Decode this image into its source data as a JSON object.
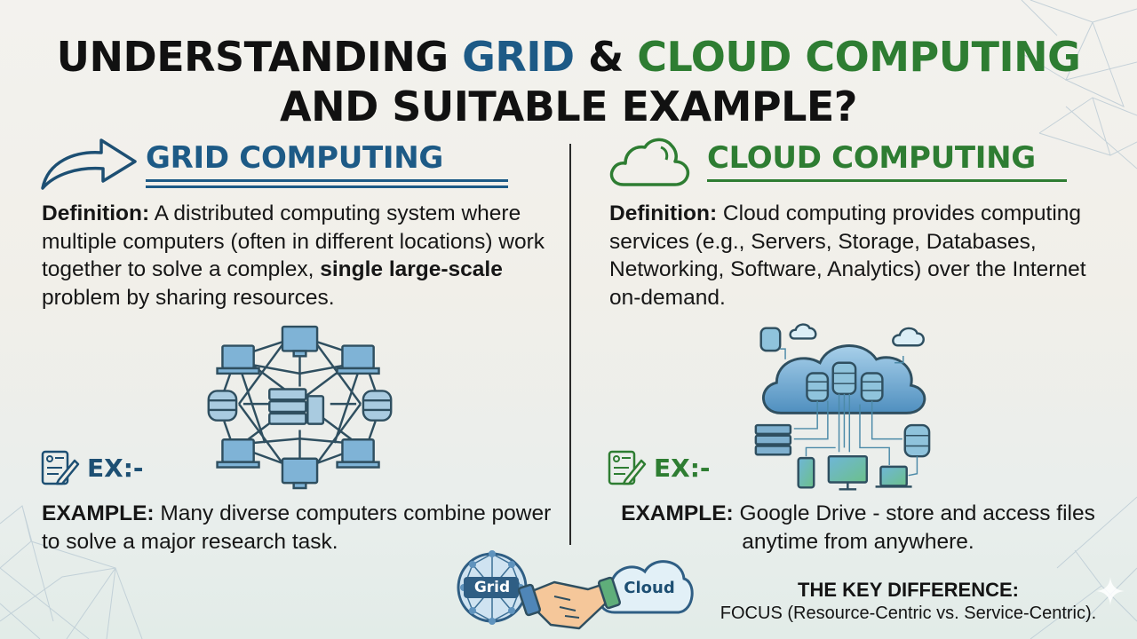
{
  "title": {
    "line1_prefix": "UNDERSTANDING ",
    "line1_grid": "GRID",
    "line1_amp": " & ",
    "line1_cloud": "CLOUD COMPUTING",
    "line2": "AND SUITABLE EXAMPLE?"
  },
  "colors": {
    "grid_blue": "#1d5a86",
    "cloud_green": "#2e7d32",
    "text": "#141414",
    "background": "#f1efe9"
  },
  "grid": {
    "icon": "curved-arrow-icon",
    "heading": "GRID COMPUTING",
    "definition_label": "Definition:",
    "definition_part1": " A distributed computing system where multiple computers (often in different locations) work together to solve a complex, ",
    "definition_bold": "single large-scale",
    "definition_part2": " problem by sharing resources.",
    "illustration": "network-of-computers-around-server-icon",
    "ex_icon": "document-edit-icon",
    "ex_label": "EX:-",
    "example_label": "EXAMPLE:",
    "example_text": " Many diverse computers combine power to solve a major research task."
  },
  "cloud": {
    "icon": "cloud-outline-icon",
    "heading": "CLOUD COMPUTING",
    "definition_label": "Definition:",
    "definition_text": " Cloud computing provides computing services (e.g., Servers, Storage, Databases, Networking, Software, Analytics) over the Internet on-demand.",
    "illustration": "cloud-with-databases-and-devices-icon",
    "ex_icon": "document-edit-icon",
    "ex_label": "EX:-",
    "example_label": "EXAMPLE:",
    "example_text": " Google Drive - store and access files anytime from anywhere."
  },
  "handshake": {
    "left_label": "Grid",
    "right_label": "Cloud",
    "icon": "handshake-icon"
  },
  "key_difference": {
    "title": "THE KEY DIFFERENCE:",
    "text": "FOCUS (Resource-Centric vs. Service-Centric)."
  }
}
